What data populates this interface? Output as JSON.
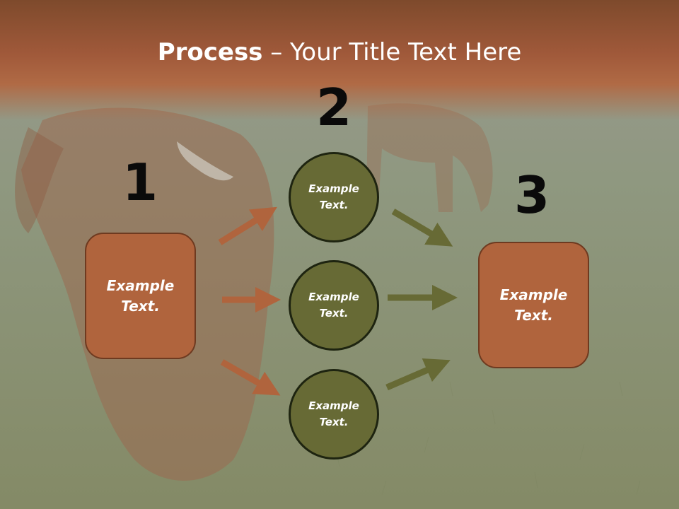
{
  "title": {
    "bold": "Process",
    "rest": " – Your Title Text Here"
  },
  "steps": {
    "one": {
      "number": "1",
      "box_label": "Example\nText."
    },
    "two": {
      "number": "2",
      "circles": [
        {
          "label": "Example\nText."
        },
        {
          "label": "Example\nText."
        },
        {
          "label": "Example\nText."
        }
      ]
    },
    "three": {
      "number": "3",
      "box_label": "Example\nText."
    }
  },
  "colors": {
    "title_band": "#a0593a",
    "box_fill": "#b0643d",
    "circle_fill": "#676a35",
    "arrow_brown": "#b0643d",
    "arrow_olive": "#676a35"
  }
}
